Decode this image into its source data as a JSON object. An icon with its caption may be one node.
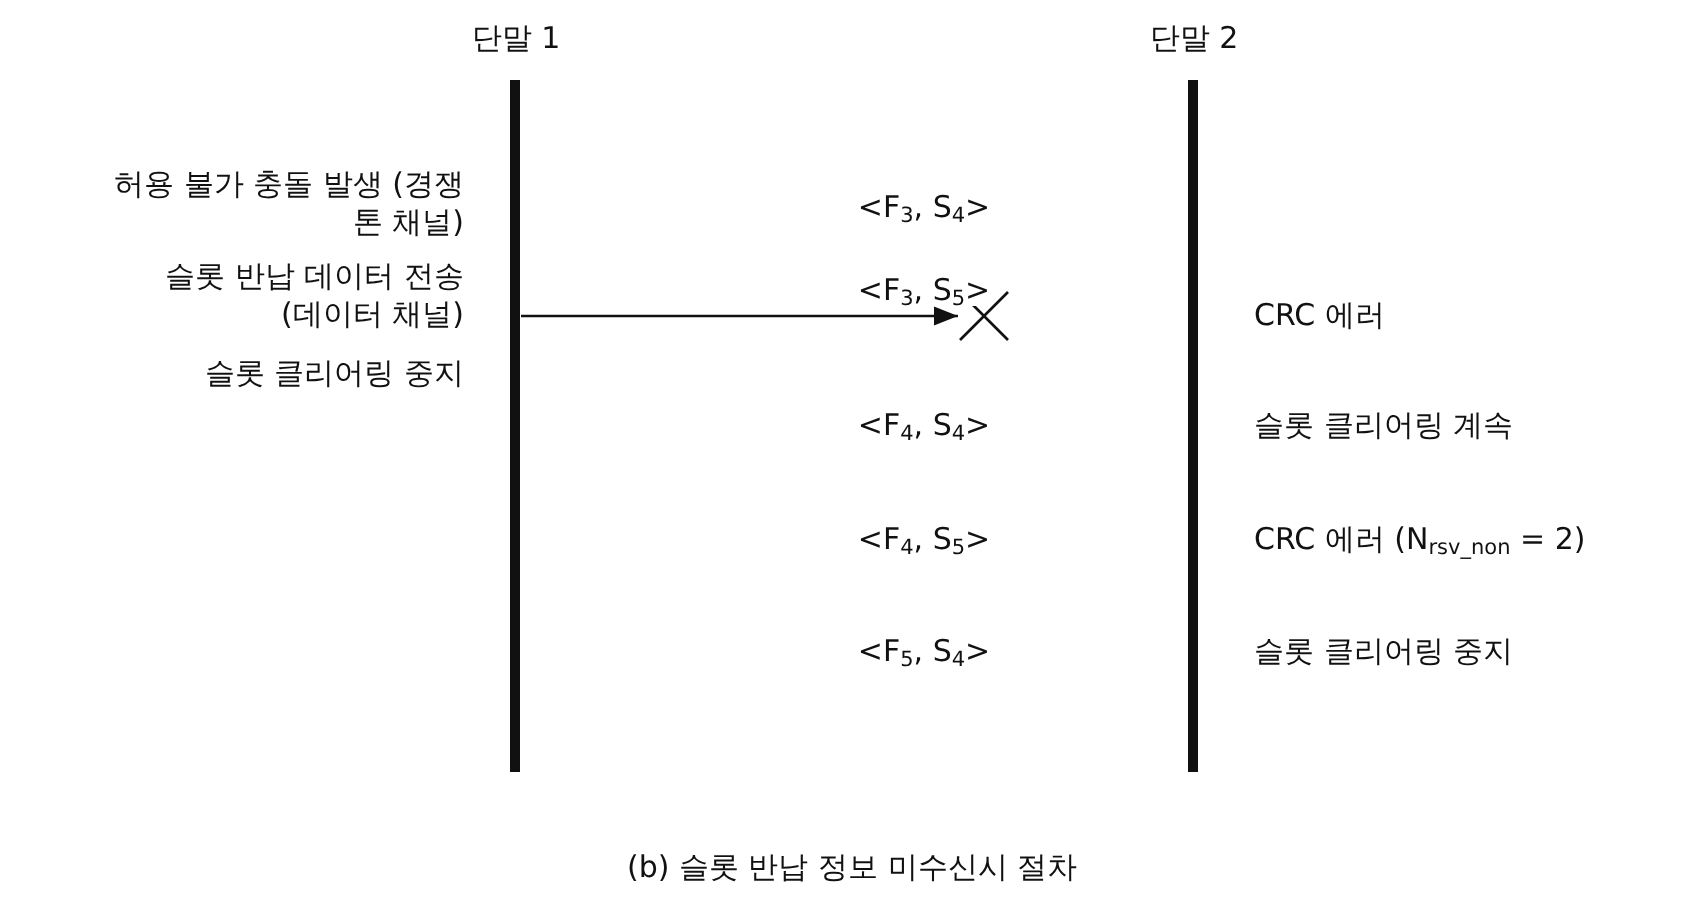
{
  "diagram": {
    "caption": "(b) 슬롯 반납 정보 미수신시 절차",
    "nodes": [
      {
        "text": [
          "단말 1"
        ]
      },
      {
        "text": [
          "단말 2"
        ]
      },
      {
        "text": [],
        "shape": "cross"
      }
    ],
    "edges": [
      {
        "from": 0,
        "to": 2,
        "arrow": "to",
        "label": "<F$_{3}$, S$_{5}$>"
      }
    ],
    "labels": [
      "허용 불가 충돌 발생 (경쟁 톤 채널)",
      "<F$_{3}$, S$_{4}$>",
      "슬롯 반납 데이터 전송 (데이터 채널)",
      "CRC 에러",
      "슬롯 클리어링 중지",
      "<F$_{4}$, S$_{4}$>",
      "슬롯 클리어링 계속",
      "<F$_{4}$, S$_{5}$>",
      "CRC 에러 (N$_{rsv_non}$ = 2)",
      "<F$_{5}$, S$_{4}$>",
      "슬롯 클리어링 중지"
    ]
  }
}
